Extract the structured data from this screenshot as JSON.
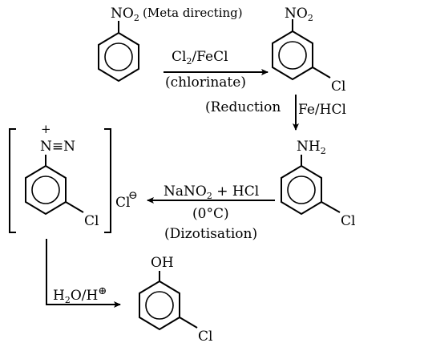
{
  "title": "",
  "colors": {
    "ink": "#000000",
    "background": "#ffffff"
  },
  "molecules": {
    "nitrobenzene": {
      "group": "NO",
      "group_sub": "2",
      "note": "(Meta directing)"
    },
    "m_chloronitrobenzene": {
      "group": "NO",
      "group_sub": "2",
      "substituent": "Cl"
    },
    "m_chloroaniline": {
      "group": "NH",
      "group_sub": "2",
      "substituent": "Cl"
    },
    "diazonium_salt": {
      "charge": "+",
      "group": "N≡N",
      "substituent": "Cl",
      "counter_ion": "Cl",
      "counter_charge": "⊖"
    },
    "m_chlorophenol": {
      "group": "OH",
      "substituent": "Cl"
    }
  },
  "steps": {
    "chlorination": {
      "reagent_main": "Cl",
      "reagent_sub": "2",
      "reagent_rest": "/FeCl",
      "condition": "(chlorinate)"
    },
    "reduction": {
      "label": "(Reduction",
      "reagent": "Fe/HCl"
    },
    "diazotisation": {
      "reagent_main": "NaNO",
      "reagent_sub": "2",
      "reagent_rest": " + HCl",
      "condition": "(0°C)",
      "label": "(Dizotisation)"
    },
    "hydrolysis": {
      "reagent_main": "H",
      "reagent_sub": "2",
      "reagent_rest": "O/H",
      "reagent_charge": "⊕"
    }
  }
}
